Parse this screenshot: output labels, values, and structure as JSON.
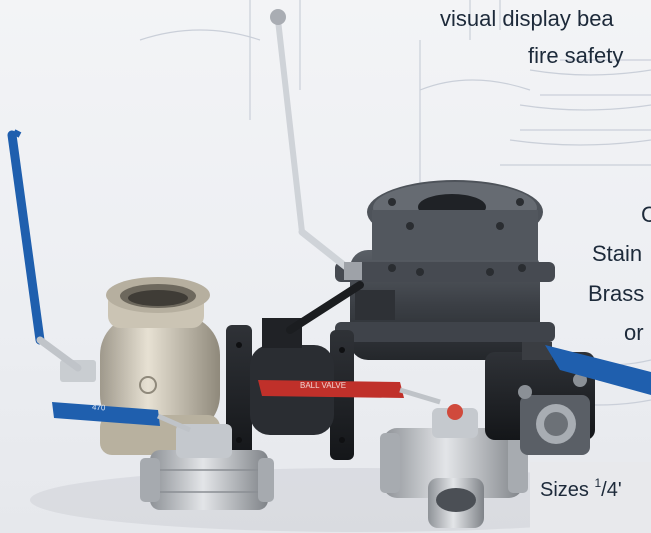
{
  "text_lines": {
    "line1": "visual display bea",
    "line2": "fire safety",
    "line3": "C",
    "line4": "Stain",
    "line5": "Brass",
    "line6": "or",
    "sizes_prefix": "Sizes ",
    "sizes_sup": "1",
    "sizes_suffix": "/4'"
  },
  "valve_markings": {
    "blue_handle": "470",
    "red_handle": "BALL VALVE"
  },
  "colors": {
    "blue_handle": "#1f5fae",
    "red_handle": "#c0302a",
    "steel": "#b9bcc0",
    "cast_iron": "#3d4147",
    "brass_silver": "#cfc7b6"
  }
}
